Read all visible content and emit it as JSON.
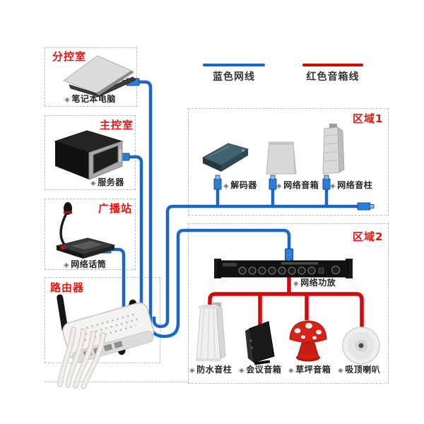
{
  "colors": {
    "cable_blue": "#1a67c6",
    "cable_red": "#d40808",
    "title_red": "#e8140e",
    "label_text": "#262626",
    "legend_text": "#333333",
    "box_border": "#bdbcba"
  },
  "ui": {
    "bullet": "◈"
  },
  "legend": {
    "blue_label": "蓝色网线",
    "red_label": "红色音箱线"
  },
  "rooms": [
    {
      "title": "分控室",
      "device": "笔记本电脑"
    },
    {
      "title": "主控室",
      "device": "服务器"
    },
    {
      "title": "广播站",
      "device": "网络话筒"
    },
    {
      "title": "路由器",
      "device": ""
    }
  ],
  "zones": [
    {
      "title": "区域1",
      "devices": [
        "解码器",
        "网络音箱",
        "网络音柱"
      ]
    },
    {
      "title": "区域2",
      "amplifier": "网络功放",
      "devices": [
        "防水音柱",
        "会议音箱",
        "草坪音箱",
        "吸顶喇叭"
      ]
    }
  ]
}
